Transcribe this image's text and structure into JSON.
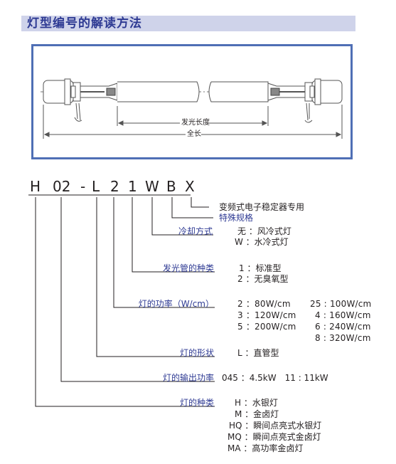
{
  "title": "灯型编号的解读方法",
  "diagram": {
    "emitting_length_label": "发光长度",
    "total_length_label": "全长"
  },
  "code": {
    "chars": [
      "H",
      "02",
      "-",
      "L",
      "2",
      "1",
      "W",
      "B",
      "X"
    ]
  },
  "legend": [
    {
      "label": "变频式电子稳定器专用",
      "label_color": "#231f20",
      "values": []
    },
    {
      "label": "特殊规格",
      "label_color": "#2e3a93",
      "values": []
    },
    {
      "label": "冷却方式",
      "values": [
        "无 ：风冷式灯",
        "W ：水冷式灯"
      ]
    },
    {
      "label": "发光管的种类",
      "values": [
        "1 ：标准型",
        "2 ：无臭氧型"
      ]
    },
    {
      "label": "灯的功率（W/cm）",
      "values": [
        [
          "2 ：80W/cm",
          "25 : 100W/cm"
        ],
        [
          "3 ：120W/cm",
          "4 : 160W/cm"
        ],
        [
          "5 ：200W/cm",
          "6 : 240W/cm"
        ],
        [
          "",
          "8 : 320W/cm"
        ]
      ]
    },
    {
      "label": "灯的形状",
      "values": [
        "L ：直管型"
      ]
    },
    {
      "label": "灯的输出功率",
      "values": [
        "045 ：4.5kW　11 : 11kW"
      ]
    },
    {
      "label": "灯的种类",
      "values": [
        "H ：水银灯",
        "M ：金卤灯",
        "HQ ：瞬间点亮式水银灯",
        "MQ ：瞬间点亮式金卤灯",
        "MA ：高功率金卤灯"
      ]
    }
  ]
}
